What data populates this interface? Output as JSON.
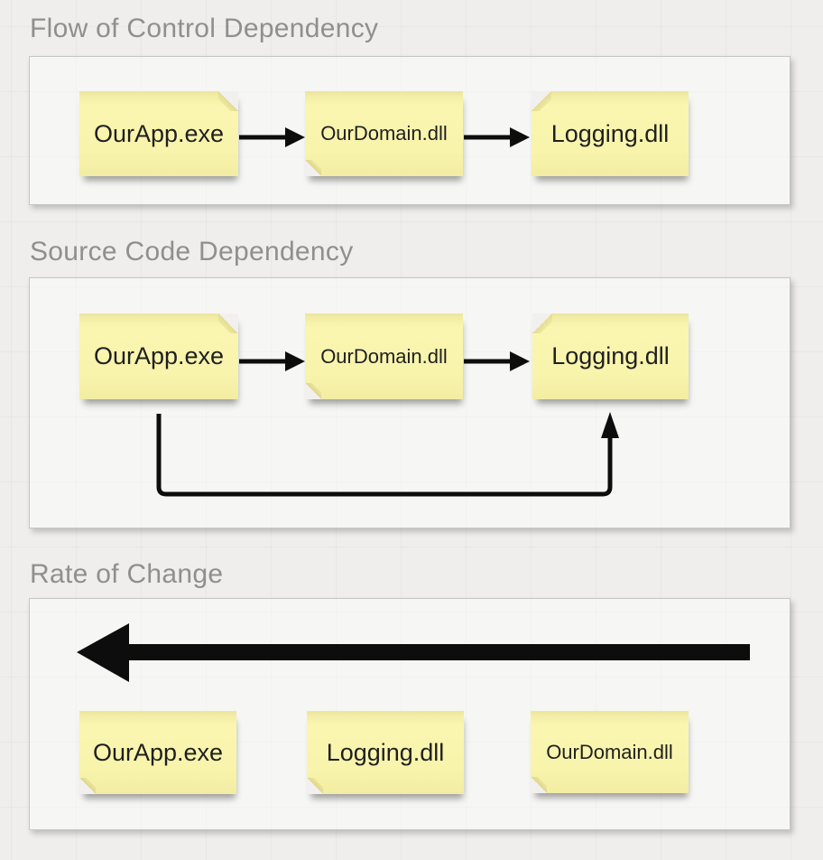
{
  "app": {
    "kind": "whiteboard dependency diagram"
  },
  "colors": {
    "canvas_bg": "#efeeec",
    "frame_bg": "#f3f2f0",
    "frame_border": "#c7c6c5",
    "sticky_yellow": "#f8f4ac",
    "sticky_fold": "#e3dc92",
    "sticky_text": "#1f1f1f",
    "title_text": "#8f8f8f",
    "arrow_color": "#0d0d0d"
  },
  "sections": [
    {
      "title": "Flow of Control Dependency",
      "stickies": [
        {
          "label": "OurApp.exe"
        },
        {
          "label": "OurDomain.dll"
        },
        {
          "label": "Logging.dll"
        }
      ],
      "connectors": [
        {
          "type": "arrow-right",
          "from": "OurApp.exe",
          "to": "OurDomain.dll"
        },
        {
          "type": "arrow-right",
          "from": "OurDomain.dll",
          "to": "Logging.dll"
        }
      ]
    },
    {
      "title": "Source Code Dependency",
      "stickies": [
        {
          "label": "OurApp.exe"
        },
        {
          "label": "OurDomain.dll"
        },
        {
          "label": "Logging.dll"
        }
      ],
      "connectors": [
        {
          "type": "arrow-right",
          "from": "OurApp.exe",
          "to": "OurDomain.dll"
        },
        {
          "type": "arrow-right",
          "from": "OurDomain.dll",
          "to": "Logging.dll"
        },
        {
          "type": "elbow-arrow-up",
          "from": "OurApp.exe",
          "to": "Logging.dll"
        }
      ]
    },
    {
      "title": "Rate of Change",
      "stickies": [
        {
          "label": "OurApp.exe"
        },
        {
          "label": "Logging.dll"
        },
        {
          "label": "OurDomain.dll"
        }
      ],
      "connectors": [
        {
          "type": "thick-arrow-left",
          "from": "right",
          "to": "left"
        }
      ]
    }
  ]
}
